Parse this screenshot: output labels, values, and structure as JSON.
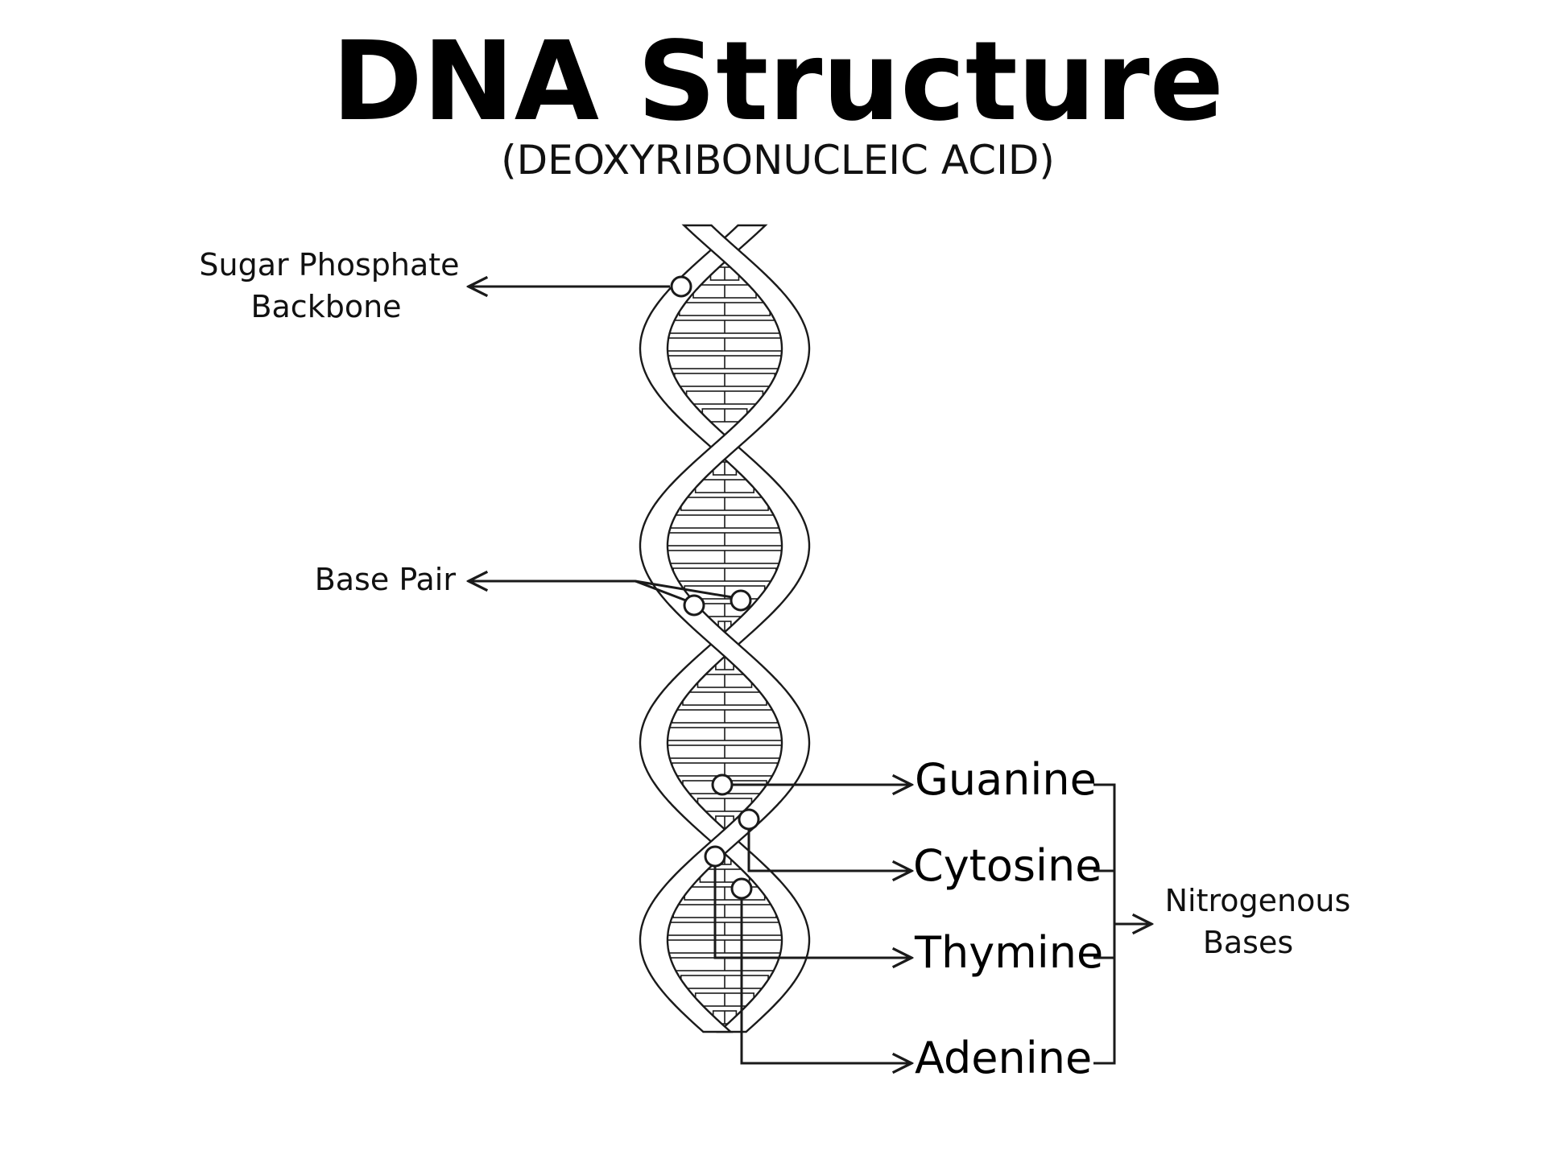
{
  "header": {
    "title": "DNA Structure",
    "subtitle": "(DEOXYRIBONUCLEIC ACID)"
  },
  "labels": {
    "backbone": [
      "Sugar Phosphate",
      "Backbone"
    ],
    "base_pair": "Base Pair",
    "bases": [
      "Guanine",
      "Cytosine",
      "Thymine",
      "Adenine"
    ],
    "group": [
      "Nitrogenous",
      "Bases"
    ]
  },
  "colors": {
    "ink": "#1a1a1a",
    "background": "#ffffff"
  }
}
